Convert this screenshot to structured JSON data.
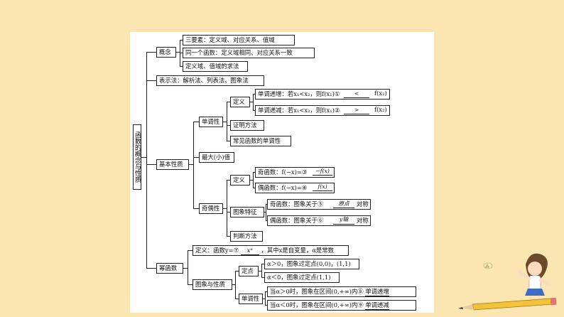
{
  "root": "函数的概念与性质",
  "concept": {
    "label": "概念",
    "items": [
      "三要素：定义域、对应关系、值域",
      "同一个函数：定义域相同、对应关系一致",
      "定义域、值域的求法"
    ]
  },
  "representation": "表示法：解析法、列表法、图象法",
  "basic": {
    "label": "基本性质",
    "monotonic": {
      "label": "单调性",
      "definition": "定义",
      "increase": "单调递增：若x₁<x₂，则f(x₁)①",
      "increase_tail": "f(x₂)",
      "increase_answer": "<",
      "decrease": "单调递减：若x₁<x₂，则f(x₁)②",
      "decrease_tail": "f(x₂)",
      "decrease_answer": ">",
      "proof": "证明方法",
      "common": "常见函数的单调性"
    },
    "maxmin": "最大(小)值",
    "parity": {
      "label": "奇偶性",
      "definition": "定义",
      "odd_def": "奇函数：f(−x)=③",
      "odd_answer": "−f(x)",
      "even_def": "偶函数：f(−x)=④",
      "even_answer": "f(x)",
      "graph": "图象特征",
      "odd_graph": "奇函数：图象关于⑤",
      "odd_graph_answer": "原点",
      "odd_graph_tail": "对称",
      "even_graph": "偶函数：图象关于⑥",
      "even_graph_answer": "y轴",
      "even_graph_tail": "对称",
      "judge": "判断方法"
    }
  },
  "power": {
    "label": "幂函数",
    "definition": "定义：函数y=⑦",
    "definition_answer": "xᵅ",
    "definition_tail": "，其中x是自变量，α是常数",
    "graph_prop": "图象与性质",
    "fixed_point": "定点",
    "fp1": "α＞0，图象过定点(0,0)，(1,1)",
    "fp2": "α＜0，图象过定点(1,1)",
    "monotonic": "单调性",
    "m1": "当α＞0时，图象在区间(0,+∞)内⑧",
    "m1_answer": "单调递增",
    "m2": "当α＜0时，图象在区间(0,+∞)内⑨",
    "m2_answer": "单调递减"
  }
}
